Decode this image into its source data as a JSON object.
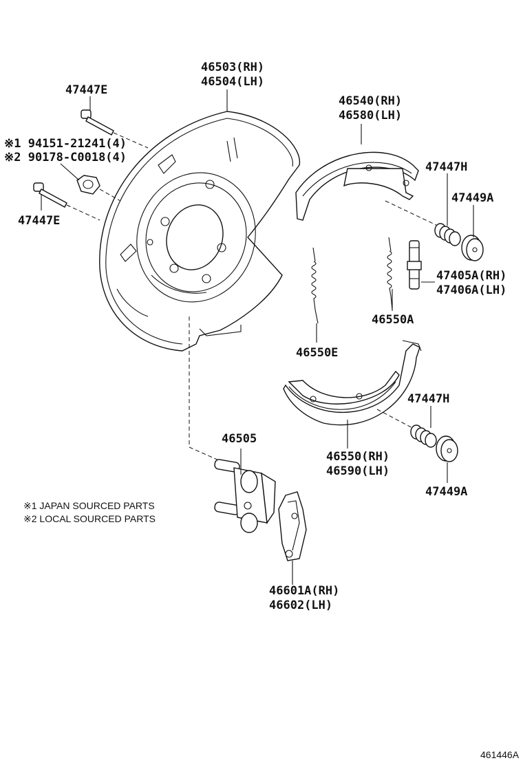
{
  "labels": {
    "backing_plate_rh": "46503(RH)",
    "backing_plate_lh": "46504(LH)",
    "pin_top": "47447E",
    "pin_bottom": "47447E",
    "bolt_1": "※1 94151-21241(4)",
    "bolt_2": "※2 90178-C0018(4)",
    "shoe_upper_rh": "46540(RH)",
    "shoe_upper_lh": "46580(LH)",
    "spring_upper": "47447H",
    "cup_upper": "47449A",
    "adjuster_rh": "47405A(RH)",
    "adjuster_lh": "47406A(LH)",
    "spring_mid": "46550A",
    "spring_left": "46550E",
    "spring_lower": "47447H",
    "cup_lower": "47449A",
    "shoe_lower_rh": "46550(RH)",
    "shoe_lower_lh": "46590(LH)",
    "bracket": "46505",
    "lever_rh": "46601A(RH)",
    "lever_lh": "46602(LH)"
  },
  "notes": {
    "note1": "※1 JAPAN SOURCED PARTS",
    "note2": "※2 LOCAL SOURCED PARTS"
  },
  "figure_id": "461446A"
}
